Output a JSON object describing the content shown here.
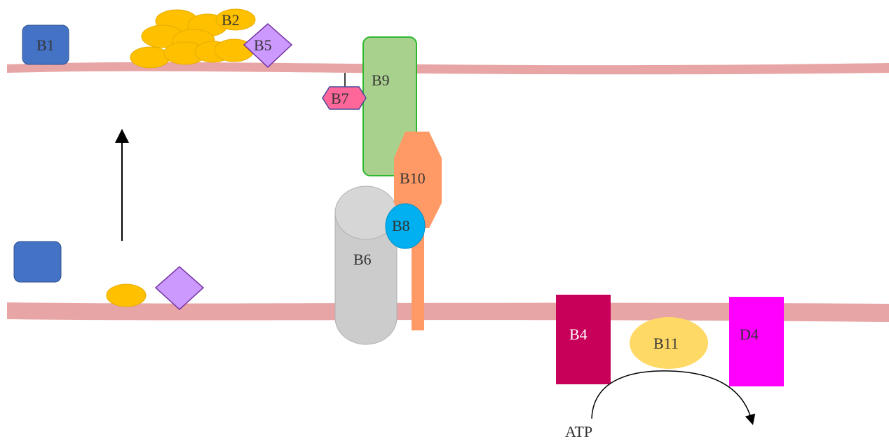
{
  "labels": {
    "b1": "B1",
    "b2": "B2",
    "b4": "B4",
    "b5": "B5",
    "b6": "B6",
    "b7": "B7",
    "b8": "B8",
    "b9": "B9",
    "b10": "B10",
    "b11": "B11",
    "d4": "D4",
    "atp": "ATP"
  },
  "colors": {
    "membrane": "#e8a5a5",
    "b1": "#4472c4",
    "b2": "#ffc000",
    "b4": "#c8005a",
    "b5": "#cc99ff",
    "b6": "#cccccc",
    "b7": "#ff6699",
    "b8": "#00b0f0",
    "b9": "#a9d18e",
    "b10": "#ff9966",
    "b11": "#ffd966",
    "d4": "#ff00ff"
  }
}
